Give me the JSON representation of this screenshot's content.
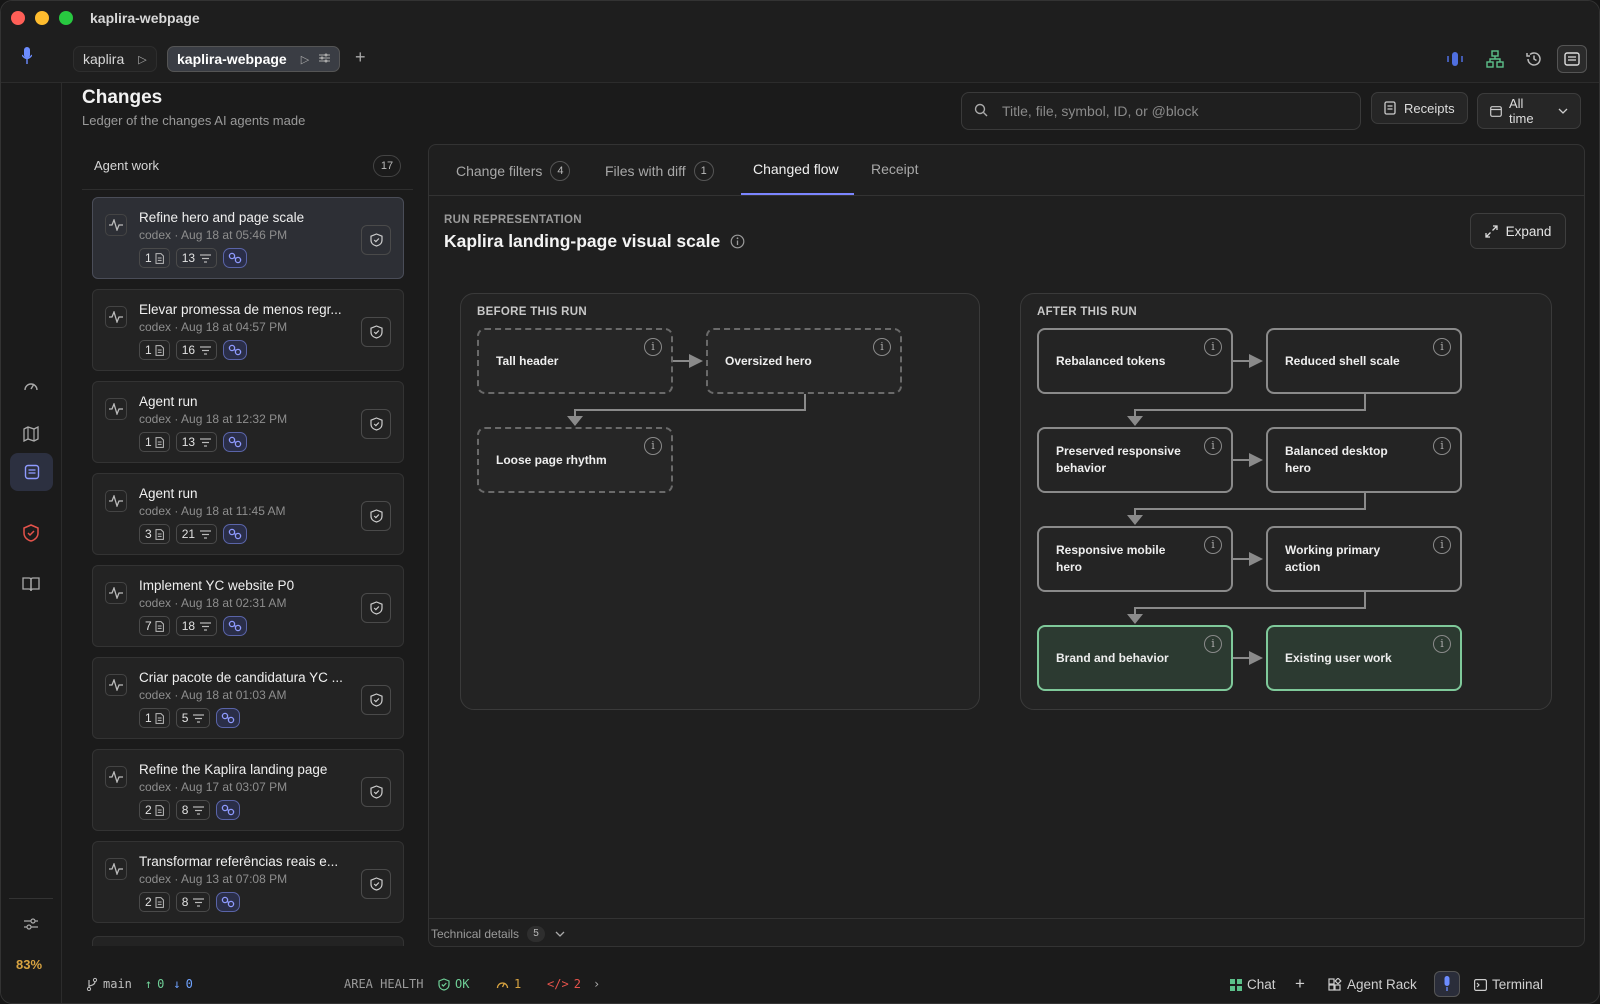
{
  "window": {
    "title": "kaplira-webpage"
  },
  "project_tabs": [
    {
      "label": "kaplira"
    },
    {
      "label": "kaplira-webpage"
    }
  ],
  "header": {
    "title": "Changes",
    "subtitle": "Ledger of the changes AI agents made",
    "search_placeholder": "Title, file, symbol, ID, or @block",
    "receipts_label": "Receipts",
    "time_filter": "All time"
  },
  "agent_work": {
    "title": "Agent work",
    "count": "17",
    "items": [
      {
        "title": "Refine hero and page scale",
        "meta": "codex · Aug 18 at 05:46 PM",
        "files": "1",
        "changes": "13",
        "selected": true
      },
      {
        "title": "Elevar promessa de menos regr...",
        "meta": "codex · Aug 18 at 04:57 PM",
        "files": "1",
        "changes": "16"
      },
      {
        "title": "Agent run",
        "meta": "codex · Aug 18 at 12:32 PM",
        "files": "1",
        "changes": "13"
      },
      {
        "title": "Agent run",
        "meta": "codex · Aug 18 at 11:45 AM",
        "files": "3",
        "changes": "21"
      },
      {
        "title": "Implement YC website P0",
        "meta": "codex · Aug 18 at 02:31 AM",
        "files": "7",
        "changes": "18"
      },
      {
        "title": "Criar pacote de candidatura YC ...",
        "meta": "codex · Aug 18 at 01:03 AM",
        "files": "1",
        "changes": "5"
      },
      {
        "title": "Refine the Kaplira landing page",
        "meta": "codex · Aug 17 at 03:07 PM",
        "files": "2",
        "changes": "8"
      },
      {
        "title": "Transformar referências reais e...",
        "meta": "codex · Aug 13 at 07:08 PM",
        "files": "2",
        "changes": "8"
      }
    ]
  },
  "tabs": [
    {
      "label": "Change filters",
      "badge": "4"
    },
    {
      "label": "Files with diff",
      "badge": "1"
    },
    {
      "label": "Changed flow",
      "active": true
    },
    {
      "label": "Receipt"
    }
  ],
  "run": {
    "label": "RUN REPRESENTATION",
    "title": "Kaplira landing-page visual scale",
    "expand_label": "Expand"
  },
  "before": {
    "label": "BEFORE THIS RUN",
    "nodes": [
      "Tall header",
      "Oversized hero",
      "Loose page rhythm"
    ]
  },
  "after": {
    "label": "AFTER THIS RUN",
    "nodes": [
      "Rebalanced tokens",
      "Reduced shell scale",
      "Preserved responsive behavior",
      "Balanced desktop hero",
      "Responsive mobile hero",
      "Working primary action",
      "Brand and behavior",
      "Existing user work"
    ]
  },
  "technical": {
    "label": "Technical details",
    "count": "5"
  },
  "rail": {
    "percent": "83%"
  },
  "statusbar": {
    "branch": "main",
    "ahead": "0",
    "behind": "0",
    "area_health_label": "AREA HEALTH",
    "ok_label": "OK",
    "warn_count": "1",
    "code_count": "2",
    "chat_label": "Chat",
    "agent_rack_label": "Agent Rack",
    "terminal_label": "Terminal"
  },
  "colors": {
    "accent": "#7b85ff",
    "success_border": "#7fc99a",
    "warning": "#d9a441",
    "danger": "#e5534b"
  }
}
